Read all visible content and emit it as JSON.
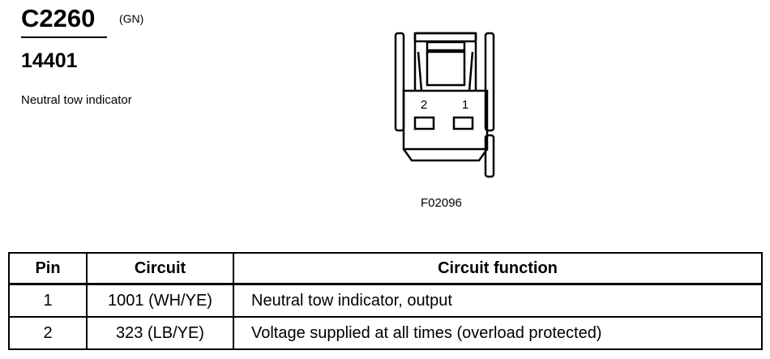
{
  "header": {
    "connector_id": "C2260",
    "connector_color": "(GN)",
    "part_number": "14401",
    "description": "Neutral tow indicator"
  },
  "diagram": {
    "pin_labels": [
      "2",
      "1"
    ],
    "figure_id": "F02096"
  },
  "table": {
    "columns": [
      "Pin",
      "Circuit",
      "Circuit function"
    ],
    "rows": [
      {
        "pin": "1",
        "circuit": "1001 (WH/YE)",
        "function": "Neutral tow indicator, output"
      },
      {
        "pin": "2",
        "circuit": "323 (LB/YE)",
        "function": "Voltage supplied at all times (overload protected)"
      }
    ]
  }
}
